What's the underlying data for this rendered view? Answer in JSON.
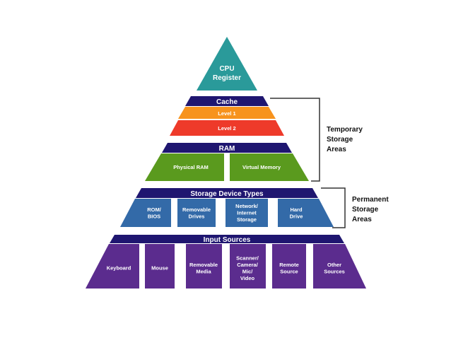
{
  "colors": {
    "teal": "#2a9a9a",
    "navy": "#1f1670",
    "orange": "#f7931d",
    "red": "#ee3a2a",
    "green": "#5a9a1e",
    "blue": "#336aa8",
    "purple": "#5b2c8e",
    "bracket": "#333333"
  },
  "tiers": {
    "cpu_register": [
      "CPU",
      "Register"
    ],
    "cache": {
      "title": "Cache",
      "level1": "Level 1",
      "level2": "Level 2"
    },
    "ram": {
      "title": "RAM",
      "boxes": [
        "Physical RAM",
        "Virtual Memory"
      ]
    },
    "storage": {
      "title": "Storage Device Types",
      "boxes": [
        [
          "ROM/",
          "BIOS"
        ],
        [
          "Removable",
          "Drives"
        ],
        [
          "Network/",
          "Internet",
          "Storage"
        ],
        [
          "Hard",
          "Drive"
        ]
      ]
    },
    "input": {
      "title": "Input Sources",
      "boxes": [
        [
          "Keyboard"
        ],
        [
          "Mouse"
        ],
        [
          "Removable",
          "Media"
        ],
        [
          "Scanner/",
          "Camera/",
          "Mic/",
          "Video"
        ],
        [
          "Remote",
          "Source"
        ],
        [
          "Other",
          "Sources"
        ]
      ]
    }
  },
  "side_labels": {
    "temporary": [
      "Temporary",
      "Storage",
      "Areas"
    ],
    "permanent": [
      "Permanent",
      "Storage",
      "Areas"
    ]
  }
}
